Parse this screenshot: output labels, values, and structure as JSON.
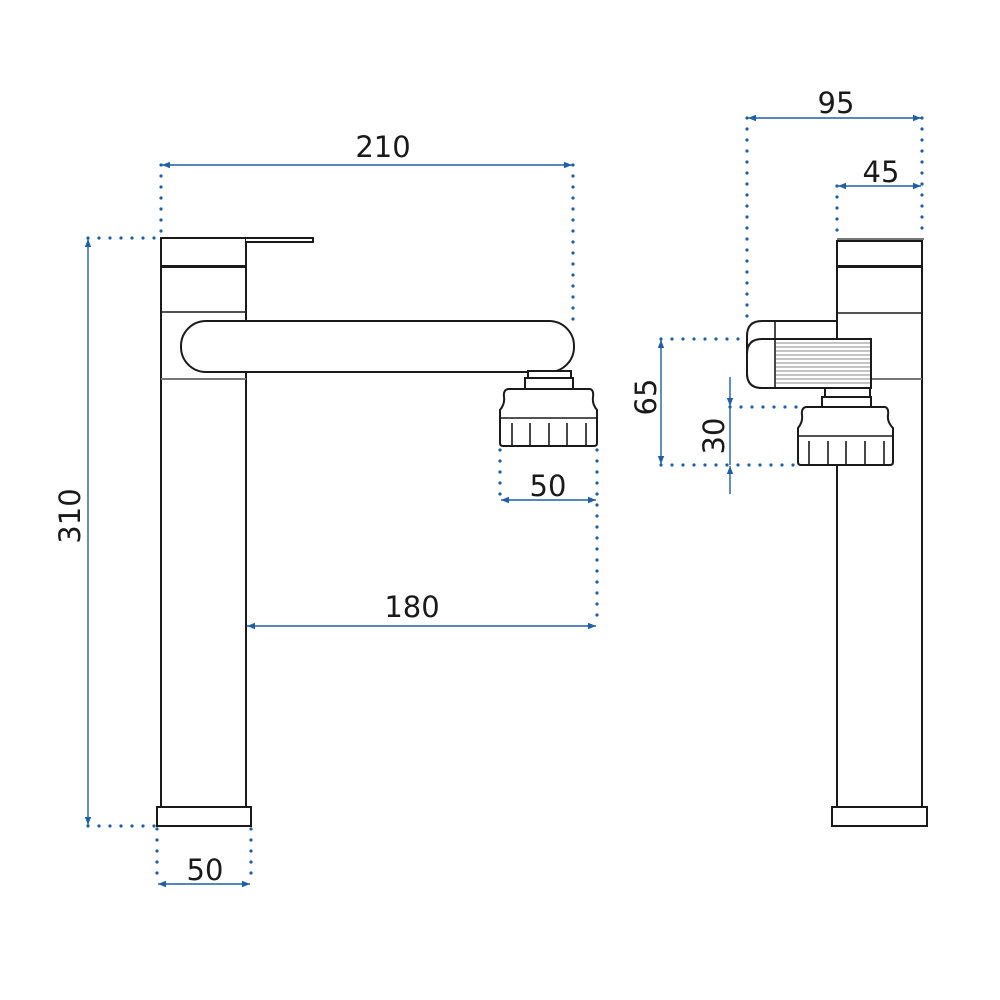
{
  "dimensions": {
    "overall_reach": "210",
    "height": "310",
    "base_width": "50",
    "aerator_width": "50",
    "spout_reach": "180",
    "side_depth": "95",
    "side_body_width": "45",
    "spout_height": "65",
    "aerator_height": "30"
  },
  "colors": {
    "dimension": "#1f5fa8",
    "outline": "#1a1a1a"
  }
}
